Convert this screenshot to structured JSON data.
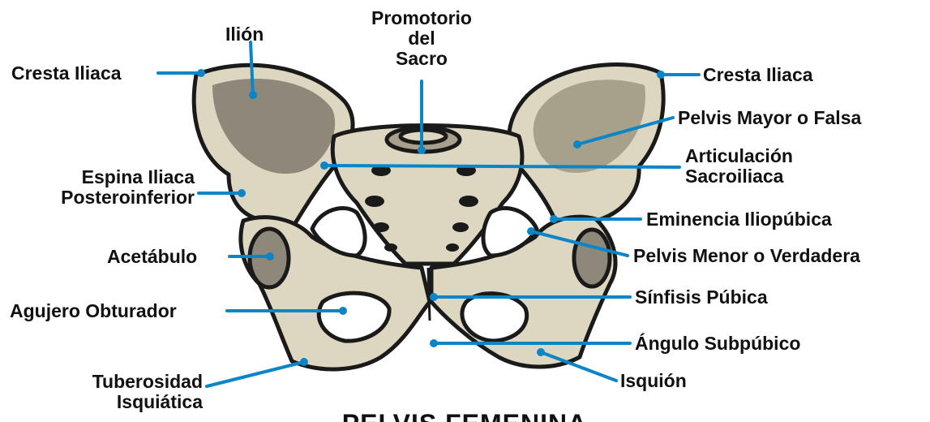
{
  "title": "PELVIS FEMENINA",
  "labels": {
    "cresta_iliaca_left": "Cresta Iliaca",
    "ilion": "Ilión",
    "promontorio_1": "Promotorio",
    "promontorio_2": "del",
    "promontorio_3": "Sacro",
    "cresta_iliaca_right": "Cresta Iliaca",
    "pelvis_mayor": "Pelvis Mayor o Falsa",
    "articulacion_1": "Articulación",
    "articulacion_2": "Sacroiliaca",
    "espina_1": "Espina Iliaca",
    "espina_2": "Posteroinferior",
    "eminencia": "Eminencia Iliopúbica",
    "acetabulo": "Acetábulo",
    "pelvis_menor": "Pelvis Menor o Verdadera",
    "agujero": "Agujero Obturador",
    "sinfisis": "Sínfisis Púbica",
    "angulo": "Ángulo Subpúbico",
    "tuberosidad_1": "Tuberosidad",
    "tuberosidad_2": "Isquiática",
    "isquion": "Isquión"
  },
  "colors": {
    "leader": "#0a86c8",
    "bone_light": "#ddd6c0",
    "bone_shadow": "#a7a08a",
    "bone_inner": "#8e887a",
    "outline": "#1a1a1a"
  }
}
